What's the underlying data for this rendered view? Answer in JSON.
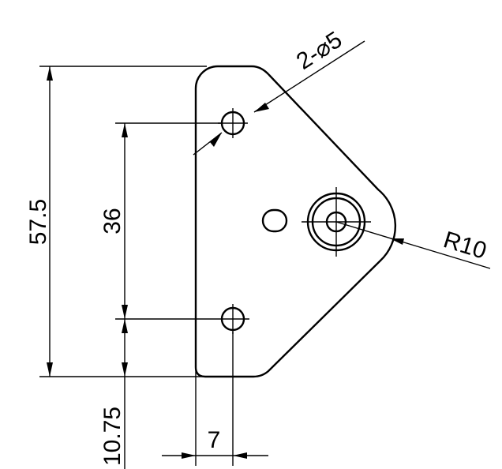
{
  "drawing": {
    "dimensions": {
      "overall_height": "57.5",
      "hole_spacing": "36",
      "bottom_offset": "10.75",
      "hole_offset_x": "7",
      "hole_callout": "2-⌀5",
      "arc_radius": "R10"
    }
  }
}
